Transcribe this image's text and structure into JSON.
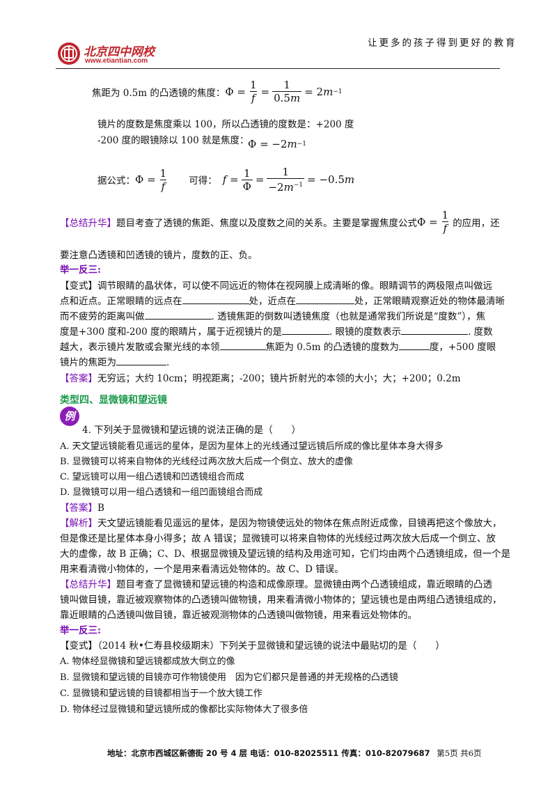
{
  "header": {
    "logo_name": "北京四中网校",
    "logo_url_text": "www.etiantian.com",
    "slogan": "让更多的孩子得到更好的教育"
  },
  "content": {
    "l1_text": "焦距为 0.5m 的凸透镜的焦度：",
    "l2": "镜片的度数是焦度乘以 100，所以凸透镜的度数是：+200 度",
    "l3": "-200 度的眼镜除以 100 就是焦度：",
    "l4a": "据公式：",
    "l4b": "可得：",
    "summary1_tag": "【总结升华】",
    "summary1_a": "题目考查了透镜的焦距、焦度以及度数之间的关系。主要是掌握焦度公式",
    "summary1_b": "的应用，还",
    "summary1_c": "要注意凸透镜和凹透镜的镜片，度数的正、负。",
    "jyfs1": "举一反三:",
    "bs1_l1": "【变式】调节眼睛的晶状体，可以使不同远近的物体在视网膜上成清晰的像。眼睛调节的两极限点叫做远",
    "bs1_l2a": "点和近点。正常眼睛的远点在",
    "bs1_l2b": "处，近点在",
    "bs1_l2c": "处，正常眼睛观察近处的物体最清晰",
    "bs1_l3a": "而不疲劳的距离叫做",
    "bs1_l3b": ". 透镜焦距的倒数叫透镜焦度（也就是通常我们所说是“度数”），焦",
    "bs1_l4a": "度是+300 度和-200 度的眼睛片，属于近视镜片的是",
    "bs1_l4b": ". 眼镜的度数表示",
    "bs1_l4c": ". 度数",
    "bs1_l5a": "越大，表示镜片发散或会聚光线的本领",
    "bs1_l5b": "焦距为 0.5m 的凸透镜的度数为",
    "bs1_l5c": "度，+500 度眼",
    "bs1_l6a": "镜片的焦距为",
    "bs1_l6b": ".",
    "ans1_tag": "【答案】",
    "ans1": "无穷远；大约 10cm；明视距离；-200；镜片折射光的本领的大小；大；+200；0.2m",
    "section4": "类型四、显微镜和望远镜",
    "example_icon": "例",
    "q4": "4. 下列关于显微镜和望远镜的说法正确的是（　　）",
    "q4a": "A. 天文望远镜能看见遥远的星体，是因为星体上的光线通过望远镜后所成的像比星体本身大得多",
    "q4b": "B. 显微镜可以将来自物体的光线经过两次放大后成一个倒立、放大的虚像",
    "q4c": "C. 望远镜可以用一组凸透镜和凹透镜组合而成",
    "q4d": "D. 显微镜可以用一组凸透镜和一组凹面镜组合而成",
    "ans2_tag": "【答案】",
    "ans2": "B",
    "jx_tag": "【解析】",
    "jx_l1": "天文望远镜能看见遥远的星体，是因为物镜使远处的物体在焦点附近成像，目镜再把这个像放大，",
    "jx_l2": "但是像还是比星体本身小得多；故 A 错误；显微镜可以将来自物体的光线经过两次放大后成一个倒立、放",
    "jx_l3": "大的虚像，故 B 正确；C、D、根据显微镜及望远镜的结构及用途可知，它们均由两个凸透镜组成，但一个是",
    "jx_l4": "用来看清微小物体的，一个是用来看清远处物体的。故 C、D 错误。",
    "summary2_tag": "【总结升华】",
    "summary2_l1": "题目考查了显微镜和望远镜的构造和成像原理。显微镜由两个凸透镜组成，靠近眼睛的凸透",
    "summary2_l2": "镜叫做目镜，靠近被观察物体的凸透镜叫做物镜，用来看清微小物体的；望远镜也是由两组凸透镜组成的，",
    "summary2_l3": "靠近眼睛的凸透镜叫做目镜，靠近被观测物体的凸透镜叫做物镜，用来看远处物体的。",
    "jyfs2": "举一反三:",
    "bs2_tag": "【变式】",
    "bs2": "（2014 秋•仁寿县校级期末）下列关于显微镜和望远镜的说法中最贴切的是（　　）",
    "bs2a": "A. 物体经显微镜和望远镜都成放大倒立的像",
    "bs2b": "B. 显微镜和望远镜的目镜亦可作物镜使用　因为它们都只是普通的并无规格的凸透镜",
    "bs2c": "C. 显微镜和望远镜的目镜都相当于一个放大镜工作",
    "bs2d": "D. 物体经过显微镜和望远镜所成的像都比实际物体大了很多倍"
  },
  "footer": {
    "address": "地址：北京市西城区新德街 20 号 4 层  电话：010-82025511  传真：010-82079687",
    "page": "第5页  共6页"
  },
  "colors": {
    "purple": "#7a0fb3",
    "green": "#1a9a4a",
    "logo_red": "#c0262d"
  }
}
